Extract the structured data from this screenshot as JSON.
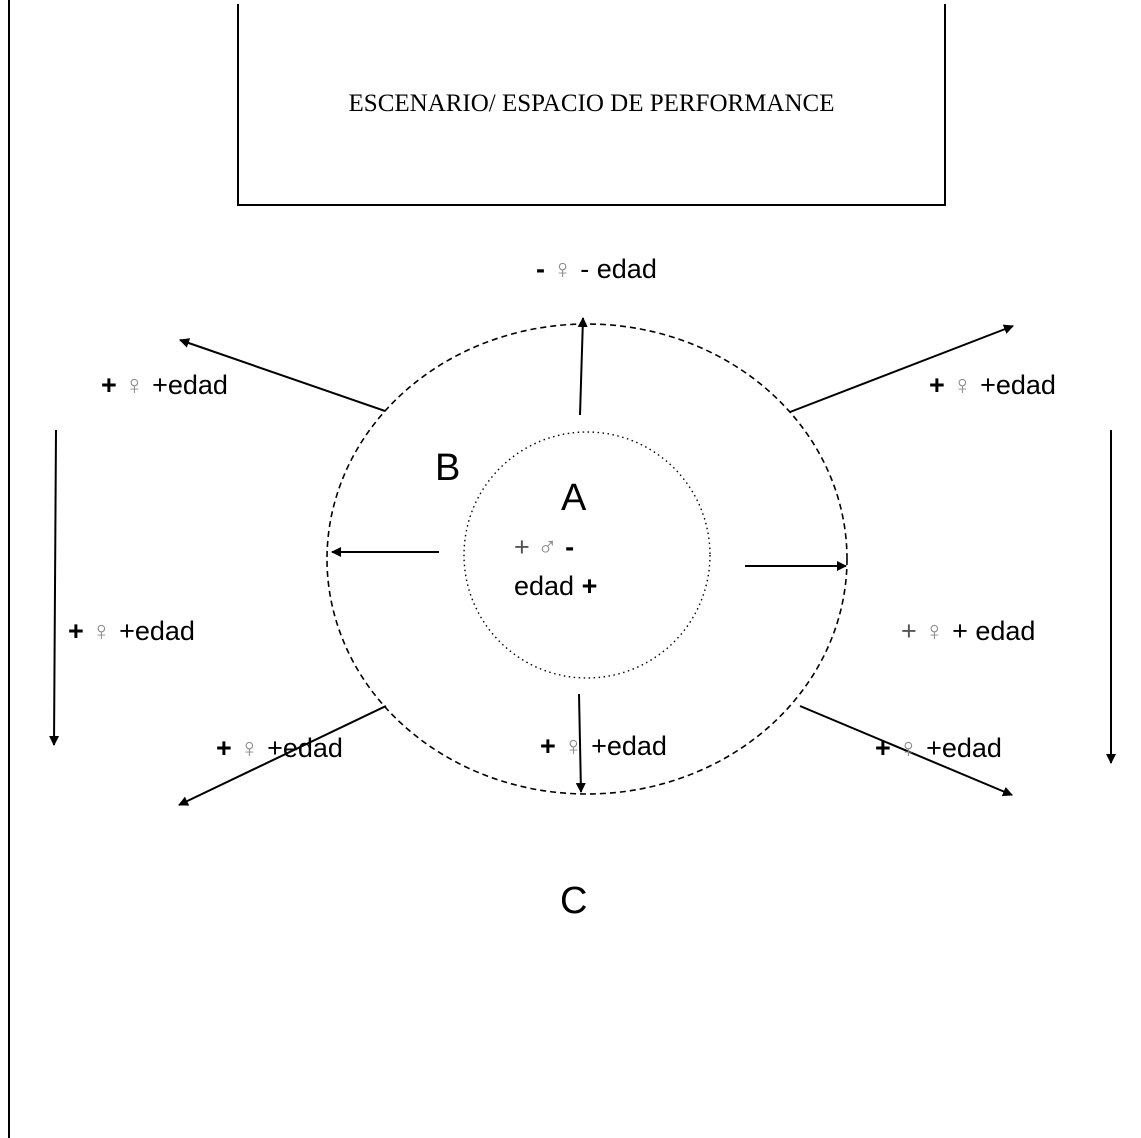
{
  "stage": {
    "title": "ESCENARIO/ ESPACIO DE PERFORMANCE"
  },
  "zones": {
    "a": "A",
    "b": "B",
    "c": "C"
  },
  "center": {
    "line1_plus": "+",
    "line1_symbol": "♂",
    "line1_minus": "-",
    "line2_text": "edad",
    "line2_plus": "+"
  },
  "labels": {
    "top": {
      "sign": "-",
      "symbol": "♀",
      "text": "- edad"
    },
    "upper_left": {
      "sign": "+",
      "symbol": "♀",
      "text": "+edad"
    },
    "upper_right": {
      "sign": "+",
      "symbol": "♀",
      "text": "+edad"
    },
    "mid_left": {
      "sign": "+",
      "symbol": "♀",
      "text": "+edad"
    },
    "mid_right": {
      "sign": "+",
      "symbol": "♀",
      "text": "+ edad"
    },
    "lower_left": {
      "sign": "+",
      "symbol": "♀",
      "text": "+edad"
    },
    "lower_center": {
      "sign": "+",
      "symbol": "♀",
      "text": "+edad"
    },
    "lower_right": {
      "sign": "+",
      "symbol": "♀",
      "text": "+edad"
    }
  },
  "colors": {
    "line": "#000000",
    "symbol": "#888888"
  }
}
